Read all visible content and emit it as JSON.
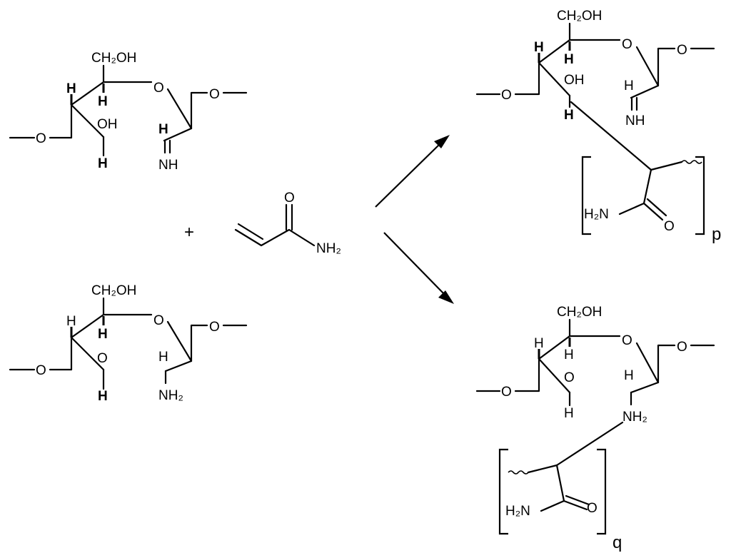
{
  "labels": {
    "ch2oh": "CH₂OH",
    "oh": "OH",
    "h": "H",
    "o": "O",
    "nh": "NH",
    "nh2": "NH₂",
    "h2n": "H₂N",
    "plus": "+",
    "p": "p",
    "q": "q"
  },
  "colors": {
    "ink": "#000000",
    "background": "#ffffff"
  }
}
